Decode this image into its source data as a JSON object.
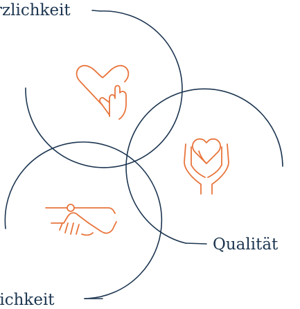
{
  "colors": {
    "ring": "#1c3550",
    "icon": "#e8743b",
    "background": "#ffffff"
  },
  "labels": {
    "top": "rzlichkeit",
    "right": "Qualität",
    "bottom": "lichkeit"
  },
  "icons": {
    "top": "hand-holding-heart-icon",
    "right": "hands-heart-icon",
    "bottom": "handshake-icon"
  }
}
